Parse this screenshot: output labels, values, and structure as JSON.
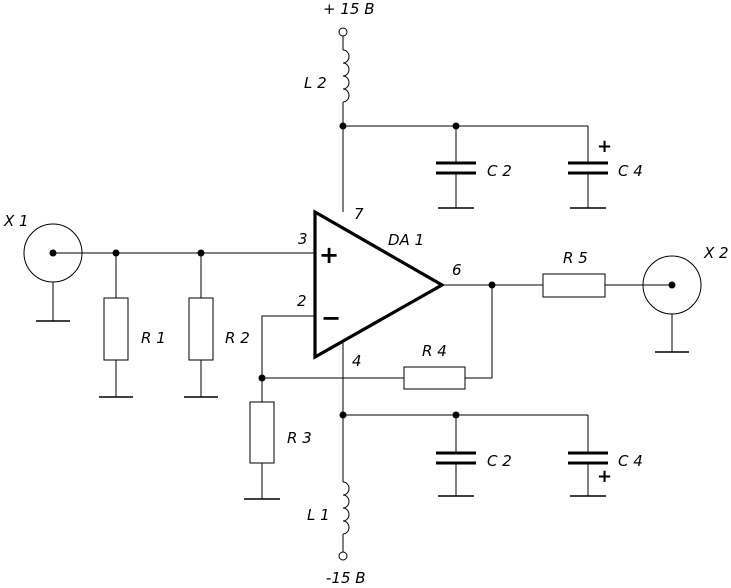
{
  "supply": {
    "positive": "+ 15 В",
    "negative": "-15 В"
  },
  "opamp": {
    "name": "DA 1",
    "pin_in_plus": "3",
    "pin_in_minus": "2",
    "pin_out": "6",
    "pin_vplus": "7",
    "pin_vminus": "4",
    "plus_sign": "+",
    "minus_sign": "−"
  },
  "connectors": {
    "input": "X 1",
    "output": "X 2"
  },
  "resistors": {
    "r1": "R 1",
    "r2": "R 2",
    "r3": "R 3",
    "r4": "R 4",
    "r5": "R 5"
  },
  "capacitors": {
    "c2_top": "C 2",
    "c4_top": "C 4",
    "c2_bottom": "C 2",
    "c4_bottom": "C 4",
    "polarity": "+"
  },
  "inductors": {
    "l1": "L 1",
    "l2": "L 2"
  }
}
